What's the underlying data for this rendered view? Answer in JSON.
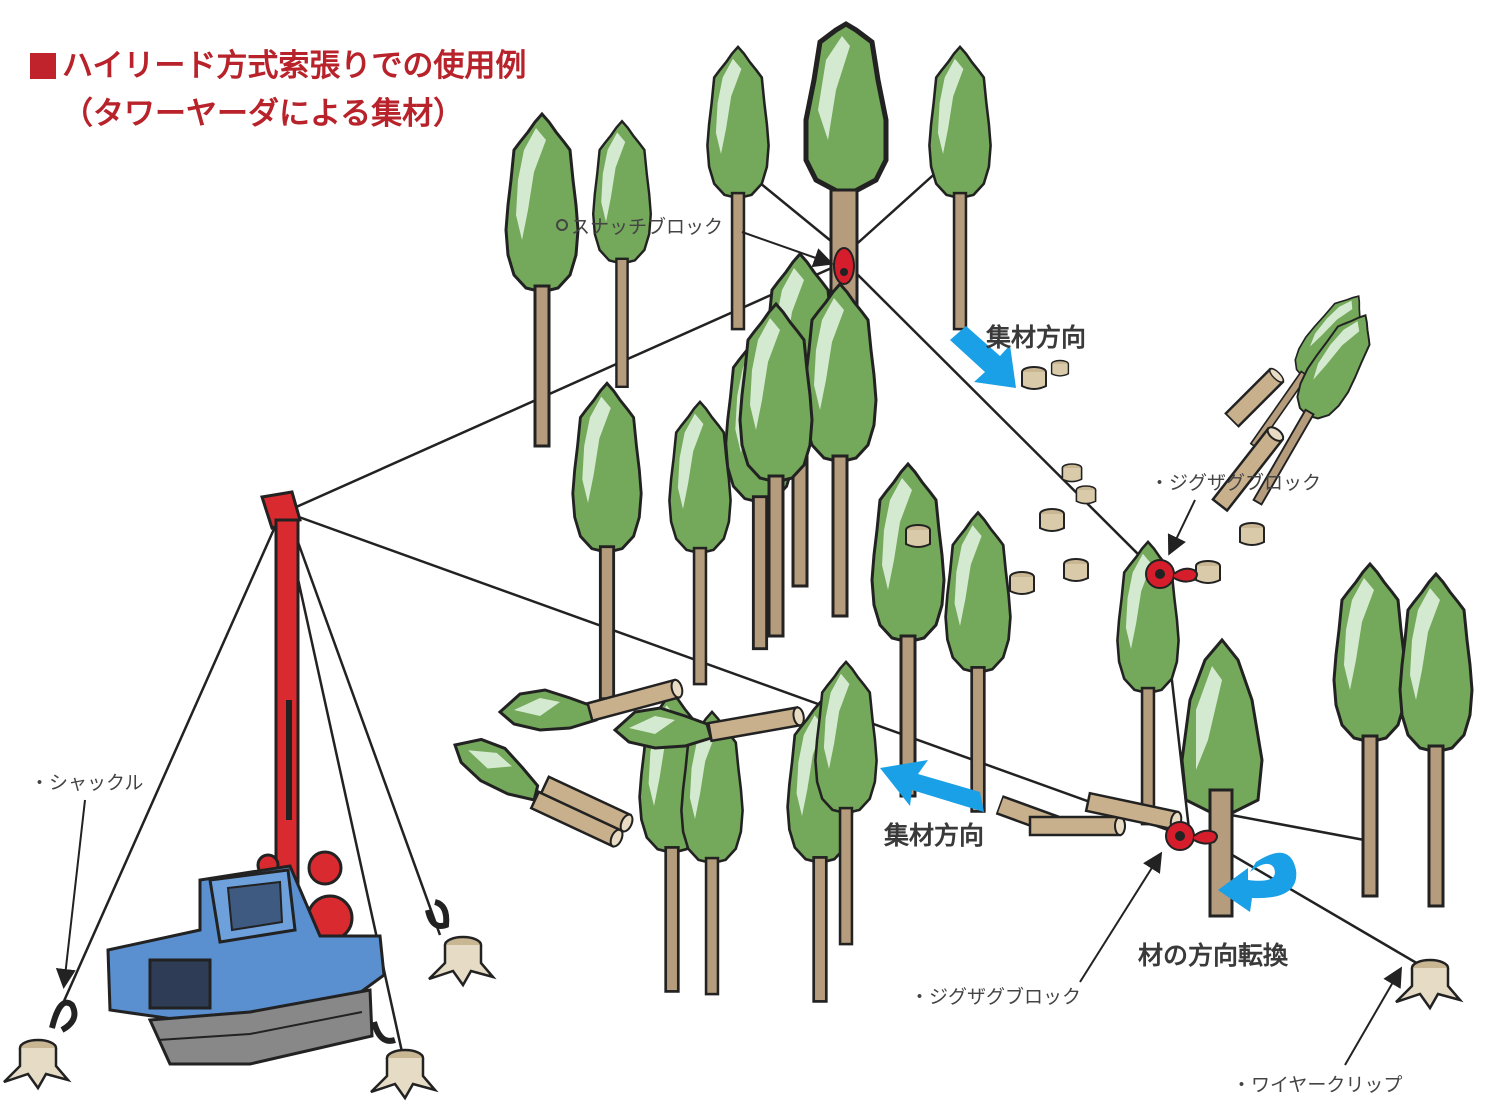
{
  "title": {
    "line1": "ハイリード方式索張りでの使用例",
    "line2": "（タワーヤーダによる集材）"
  },
  "labels": {
    "snatch_block": "スナッチブロック",
    "zigzag_block_upper": "・ジグザグブロック",
    "zigzag_block_lower": "・ジグザグブロック",
    "shackle": "・シャックル",
    "wire_clip": "・ワイヤークリップ",
    "yarding_direction_upper": "集材方向",
    "yarding_direction_lower": "集材方向",
    "log_direction_change": "材の方向転換"
  },
  "colors": {
    "title_red": "#b8222a",
    "tree_green": "#74a85a",
    "tree_highlight": "#d4ead0",
    "trunk": "#b59c7c",
    "arrow_blue": "#1aa0e6",
    "block_red": "#d61d2c",
    "tower_red": "#d82a2f",
    "machine_blue": "#5a8fd0"
  }
}
